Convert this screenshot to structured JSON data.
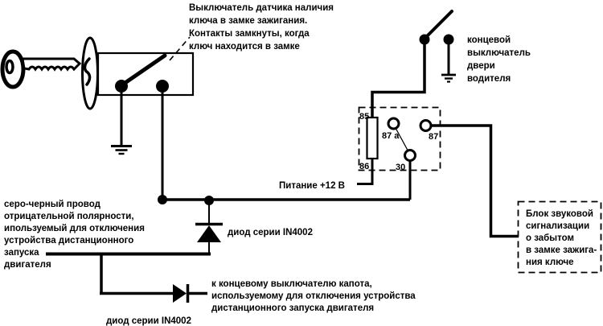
{
  "colors": {
    "background": "#ffffff",
    "line": "#000000"
  },
  "notes": {
    "ignition_sensor": {
      "lines": [
        "Выключатель датчика наличия",
        "ключа в замке зажигания.",
        "Контакты замкнуты, когда",
        "ключ находится в замке"
      ]
    },
    "door_switch": {
      "lines": [
        "концевой",
        "выключатель",
        "двери",
        "водителя"
      ]
    },
    "gray_black_wire": {
      "lines": [
        "серо-черный провод",
        "отрицательной полярности,",
        "ипользуемый для отключения",
        "устройства дистанционного",
        "запуска",
        "двигателя"
      ]
    },
    "hood_switch": {
      "lines": [
        "к концевому выключателю капота,",
        "используемому для отключения устройства",
        "дистанционного запуска двигателя"
      ]
    },
    "buzzer_box": {
      "lines": [
        "Блок звуковой",
        "сигнализации",
        "о забытом",
        "в замке зажига-",
        "ния ключе"
      ]
    },
    "power_label": "Питание +12 В",
    "diode_top_label": "диод серии IN4002",
    "diode_bottom_label": "диод серии IN4002"
  },
  "relay": {
    "pins": {
      "p85": "85",
      "p86": "86",
      "p87a": "87 a",
      "p87": "87",
      "p30": "30"
    }
  }
}
